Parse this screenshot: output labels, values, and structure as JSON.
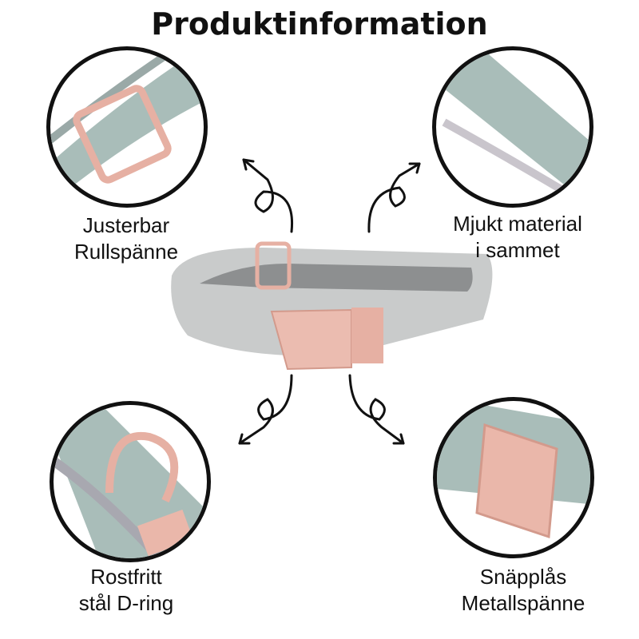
{
  "title": "Produktinformation",
  "features": [
    {
      "line1": "Justerbar",
      "line2": "Rullspänne",
      "icon": "roller-buckle"
    },
    {
      "line1": "Mjukt material",
      "line2": "i sammet",
      "icon": "velvet-strap"
    },
    {
      "line1": "Rostfritt",
      "line2": "stål D-ring",
      "icon": "d-ring"
    },
    {
      "line1": "Snäpplås",
      "line2": "Metallspänne",
      "icon": "snap-buckle"
    }
  ],
  "colors": {
    "velvet": "#a9bdb9",
    "rosegold": "#e9b3a6",
    "collar": "#c9cbcb"
  }
}
